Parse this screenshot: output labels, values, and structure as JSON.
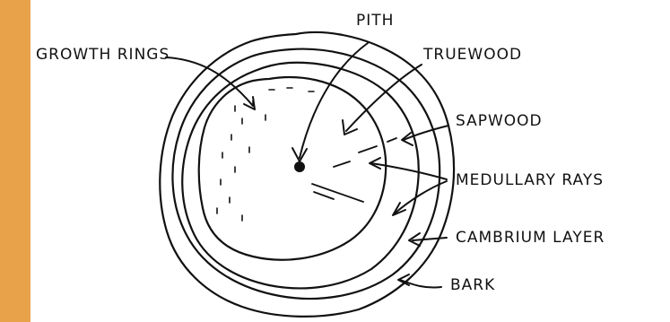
{
  "colors": {
    "sidebar": "#e8a24a",
    "ink": "#111111",
    "background": "#ffffff"
  },
  "labels": {
    "pith": "PITH",
    "growth_rings": "GROWTH RINGS",
    "truewood": "TRUEWOOD",
    "sapwood": "SAPWOOD",
    "medullary_rays": "MEDULLARY RAYS",
    "cambrium_layer": "CAMBRIUM LAYER",
    "bark": "BARK"
  }
}
